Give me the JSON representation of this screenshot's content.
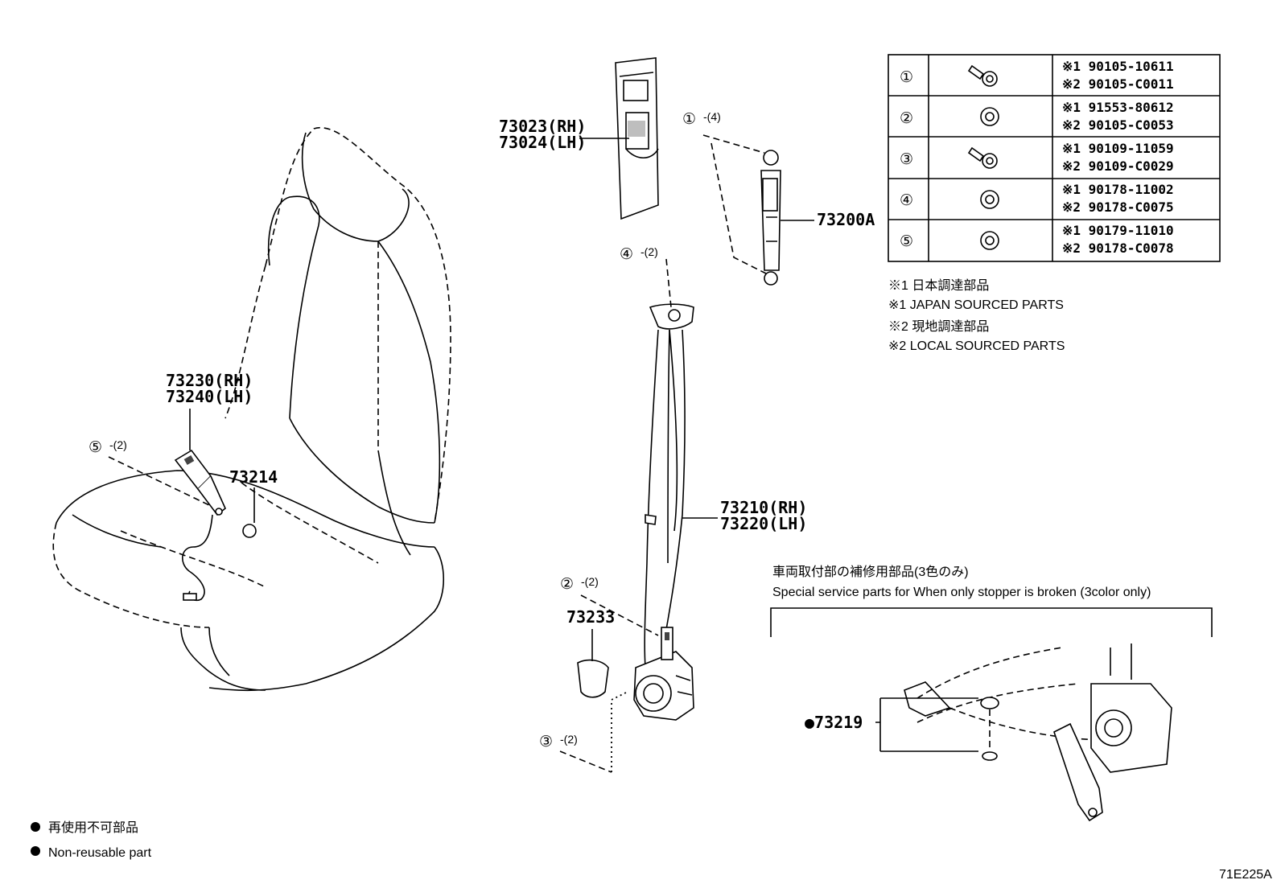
{
  "diagram_code": "71E225A",
  "callouts": {
    "p73023": "73023(RH)",
    "p73024": "73024(LH)",
    "p73200A": "73200A",
    "p73230": "73230(RH)",
    "p73240": "73240(LH)",
    "p73214": "73214",
    "p73210": "73210(RH)",
    "p73220": "73220(LH)",
    "p73233": "73233",
    "p73219": "●73219"
  },
  "fastener_refs": [
    {
      "num": "①",
      "qty": "-(4)"
    },
    {
      "num": "④",
      "qty": "-(2)"
    },
    {
      "num": "⑤",
      "qty": "-(2)"
    },
    {
      "num": "②",
      "qty": "-(2)"
    },
    {
      "num": "③",
      "qty": "-(2)"
    }
  ],
  "fastener_table": [
    {
      "num": "①",
      "icon": "bolt-icon",
      "pn1": "※1 90105-10611",
      "pn2": "※2 90105-C0011"
    },
    {
      "num": "②",
      "icon": "nut-icon",
      "pn1": "※1 91553-80612",
      "pn2": "※2 90105-C0053"
    },
    {
      "num": "③",
      "icon": "bolt-icon",
      "pn1": "※1 90109-11059",
      "pn2": "※2 90109-C0029"
    },
    {
      "num": "④",
      "icon": "nut-icon",
      "pn1": "※1 90178-11002",
      "pn2": "※2 90178-C0075"
    },
    {
      "num": "⑤",
      "icon": "nut-icon",
      "pn1": "※1 90179-11010",
      "pn2": "※2 90178-C0078"
    }
  ],
  "notes": [
    "※1 日本調達部品",
    "※1 JAPAN SOURCED PARTS",
    "※2 現地調達部品",
    "※2 LOCAL SOURCED PARTS"
  ],
  "special_parts": {
    "title_jp": "車両取付部の補修用部品(3色のみ)",
    "title_en": "Special service parts for When only stopper is broken (3color only)"
  },
  "legend": {
    "jp": "再使用不可部品",
    "en": "Non-reusable part"
  }
}
